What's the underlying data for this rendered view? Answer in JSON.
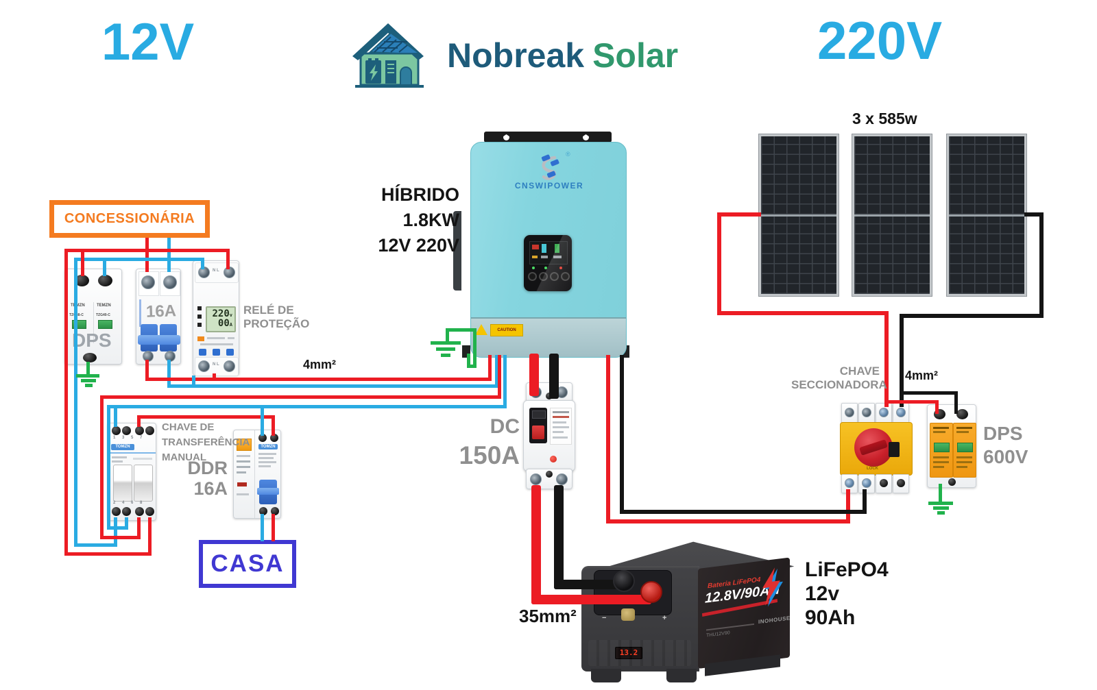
{
  "header": {
    "left_voltage": "12V",
    "right_voltage": "220V"
  },
  "logo": {
    "name_primary": "Nobreak",
    "name_secondary": "Solar"
  },
  "left_circuit": {
    "concessionaria": "CONCESSIONÁRIA",
    "dps": {
      "brand": "TEMZN",
      "model_a": "TZG48-C",
      "model_b": "TZG40-C",
      "label": "DPS"
    },
    "breaker16a": "16A",
    "relay": {
      "label1": "RELÉ DE",
      "label2": "PROTEÇÃO",
      "nl": "N L",
      "lcd_v": "220",
      "lcd_v_unit": "v",
      "lcd_a": "00",
      "lcd_a_unit": "A"
    },
    "transfer": {
      "label1": "CHAVE DE",
      "label2": "TRANSFERÊNCIA",
      "label3": "MANUAL",
      "brand": "TOMZN",
      "top_terms": "1 3  5 7",
      "bot_terms": "2 4  6 8"
    },
    "ddr": {
      "label1": "DDR",
      "label2": "16A",
      "brand": "TOMZN"
    },
    "casa": "CASA"
  },
  "inverter": {
    "spec1": "HÍBRIDO",
    "spec2": "1.8KW",
    "spec3": "12V 220V",
    "brand": "CNSWIPOWER",
    "reg": "®",
    "caution": "CAUTION"
  },
  "dc_breaker": {
    "label1": "DC",
    "label2": "150A"
  },
  "battery": {
    "tag_title": "Bateria LiFePO4",
    "tag_spec": "12.8V/90AH",
    "tag_brand": "INOHOUSE",
    "tag_model": "THU12V90",
    "meter": "13.2",
    "minus": "−",
    "plus": "+",
    "spec1": "LiFePO4",
    "spec2": "12v",
    "spec3": "90Ah"
  },
  "pv": {
    "array_label": "3 x 585w"
  },
  "right_circuit": {
    "disconnect1": "CHAVE",
    "disconnect2": "SECCIONADORA",
    "lock": "LOCK",
    "dps1": "DPS",
    "dps2": "600V"
  },
  "wire_labels": {
    "gauge_ac": "4mm²",
    "gauge_pv": "4mm²",
    "gauge_battery": "35mm²"
  },
  "colors": {
    "accent_blue": "#29abe2",
    "wire_red": "#ec1c24",
    "wire_blue": "#2aabe2",
    "wire_green": "#21b24c",
    "wire_black": "#141414",
    "orange": "#f47b20",
    "casa_blue": "#4038d2",
    "label_gray": "#8f8f8f",
    "inverter_teal": "#87d7e1",
    "logo_blue": "#1e5b7a",
    "logo_green": "#31986d"
  }
}
